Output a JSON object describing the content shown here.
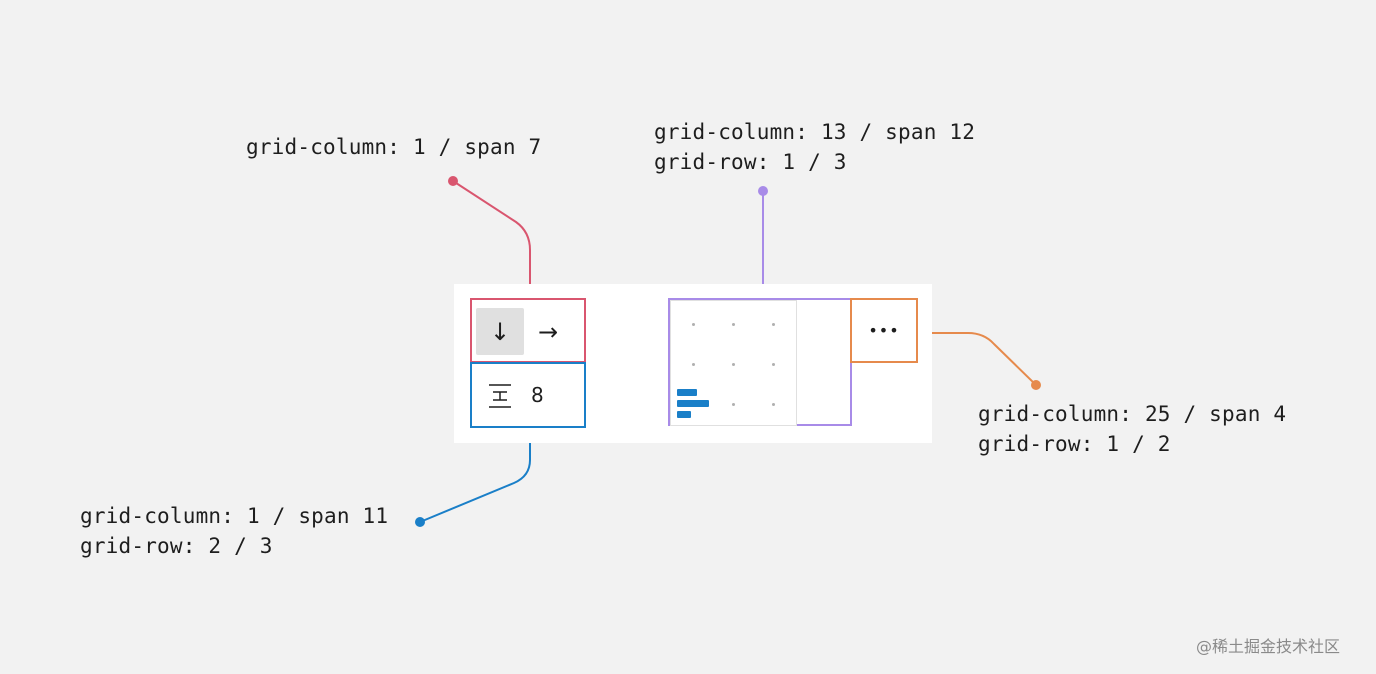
{
  "annotations": {
    "red": {
      "lines": [
        "grid-column: 1 / span 7"
      ],
      "color": "#d9566f"
    },
    "purple": {
      "lines": [
        "grid-column: 13 / span 12",
        "grid-row: 1 / 3"
      ],
      "color": "#a88be8"
    },
    "orange": {
      "lines": [
        "grid-column: 25 / span 4",
        "grid-row: 1 / 2"
      ],
      "color": "#e68a4c"
    },
    "blue": {
      "lines": [
        "grid-column: 1 / span 11",
        "grid-row: 2 / 3"
      ],
      "color": "#1a7fc8"
    }
  },
  "toolbar": {
    "direction_buttons": [
      {
        "icon": "arrow-down-icon",
        "glyph": "↓",
        "pressed": true
      },
      {
        "icon": "arrow-right-icon",
        "glyph": "→",
        "pressed": false
      }
    ],
    "spacing": {
      "icon": "justify-space-between-icon",
      "value": "8"
    },
    "alignment_grid": {
      "icon": "alignment-grid-icon",
      "accent": "#1a7fc8"
    },
    "more": {
      "icon": "more-horizontal-icon",
      "glyph": "•••"
    }
  },
  "watermark": "@稀土掘金技术社区"
}
